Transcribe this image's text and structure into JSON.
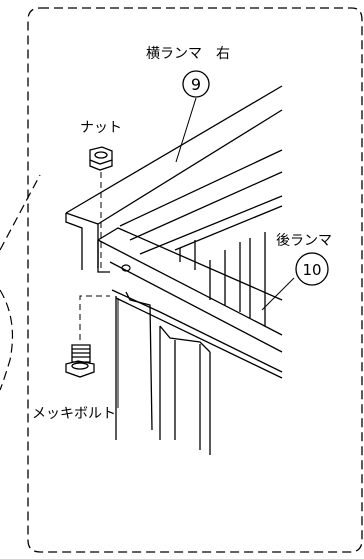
{
  "labels": {
    "side_transom_right": "横ランマ　右",
    "side_transom_number": "9",
    "nut": "ナット",
    "rear_transom": "後ランマ",
    "rear_transom_number": "10",
    "plated_bolt": "メッキボルト"
  },
  "style": {
    "line_color": "#000000",
    "background": "#ffffff"
  }
}
